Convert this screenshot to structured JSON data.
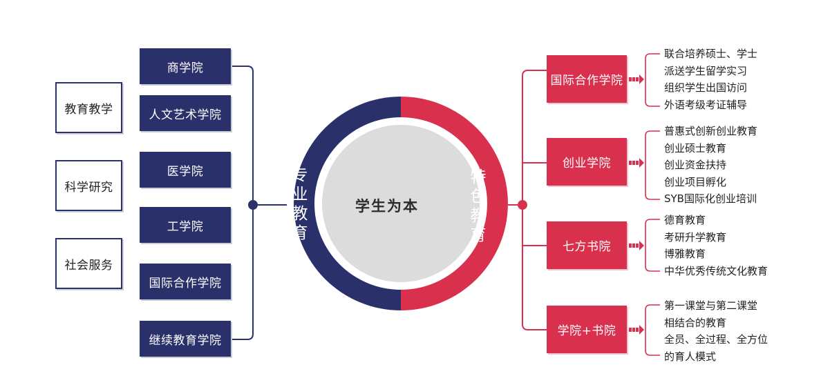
{
  "center": {
    "label": "学生为本"
  },
  "left_ring": {
    "label": [
      "专",
      "业",
      "教",
      "育"
    ],
    "color": "#29306a"
  },
  "right_ring": {
    "label": [
      "特",
      "色",
      "教",
      "育"
    ],
    "color": "#d8304d"
  },
  "functions": [
    {
      "label": "教育教学"
    },
    {
      "label": "科学研究"
    },
    {
      "label": "社会服务"
    }
  ],
  "colleges": [
    {
      "label": "商学院"
    },
    {
      "label": "人文艺术学院"
    },
    {
      "label": "医学院"
    },
    {
      "label": "工学院"
    },
    {
      "label": "国际合作学院"
    },
    {
      "label": "继续教育学院"
    }
  ],
  "features": [
    {
      "label": "国际合作学院",
      "items": [
        "联合培养硕士、学士",
        "派送学生留学实习",
        "组织学生出国访问",
        "外语考级考证辅导"
      ]
    },
    {
      "label": "创业学院",
      "items": [
        "普惠式创新创业教育",
        "创业硕士教育",
        "创业资金扶持",
        "创业项目孵化",
        "SYB国际化创业培训"
      ]
    },
    {
      "label": "七方书院",
      "items": [
        "德育教育",
        "考研升学教育",
        "博雅教育",
        "中华优秀传统文化教育"
      ]
    },
    {
      "label": "学院+书院",
      "items": [
        "第一课堂与第二课堂",
        "相结合的教育",
        "全员、全过程、全方位",
        "的育人模式"
      ]
    }
  ],
  "colors": {
    "navy": "#29306a",
    "red": "#d8304d",
    "center_fill": "#dcdcdc"
  }
}
